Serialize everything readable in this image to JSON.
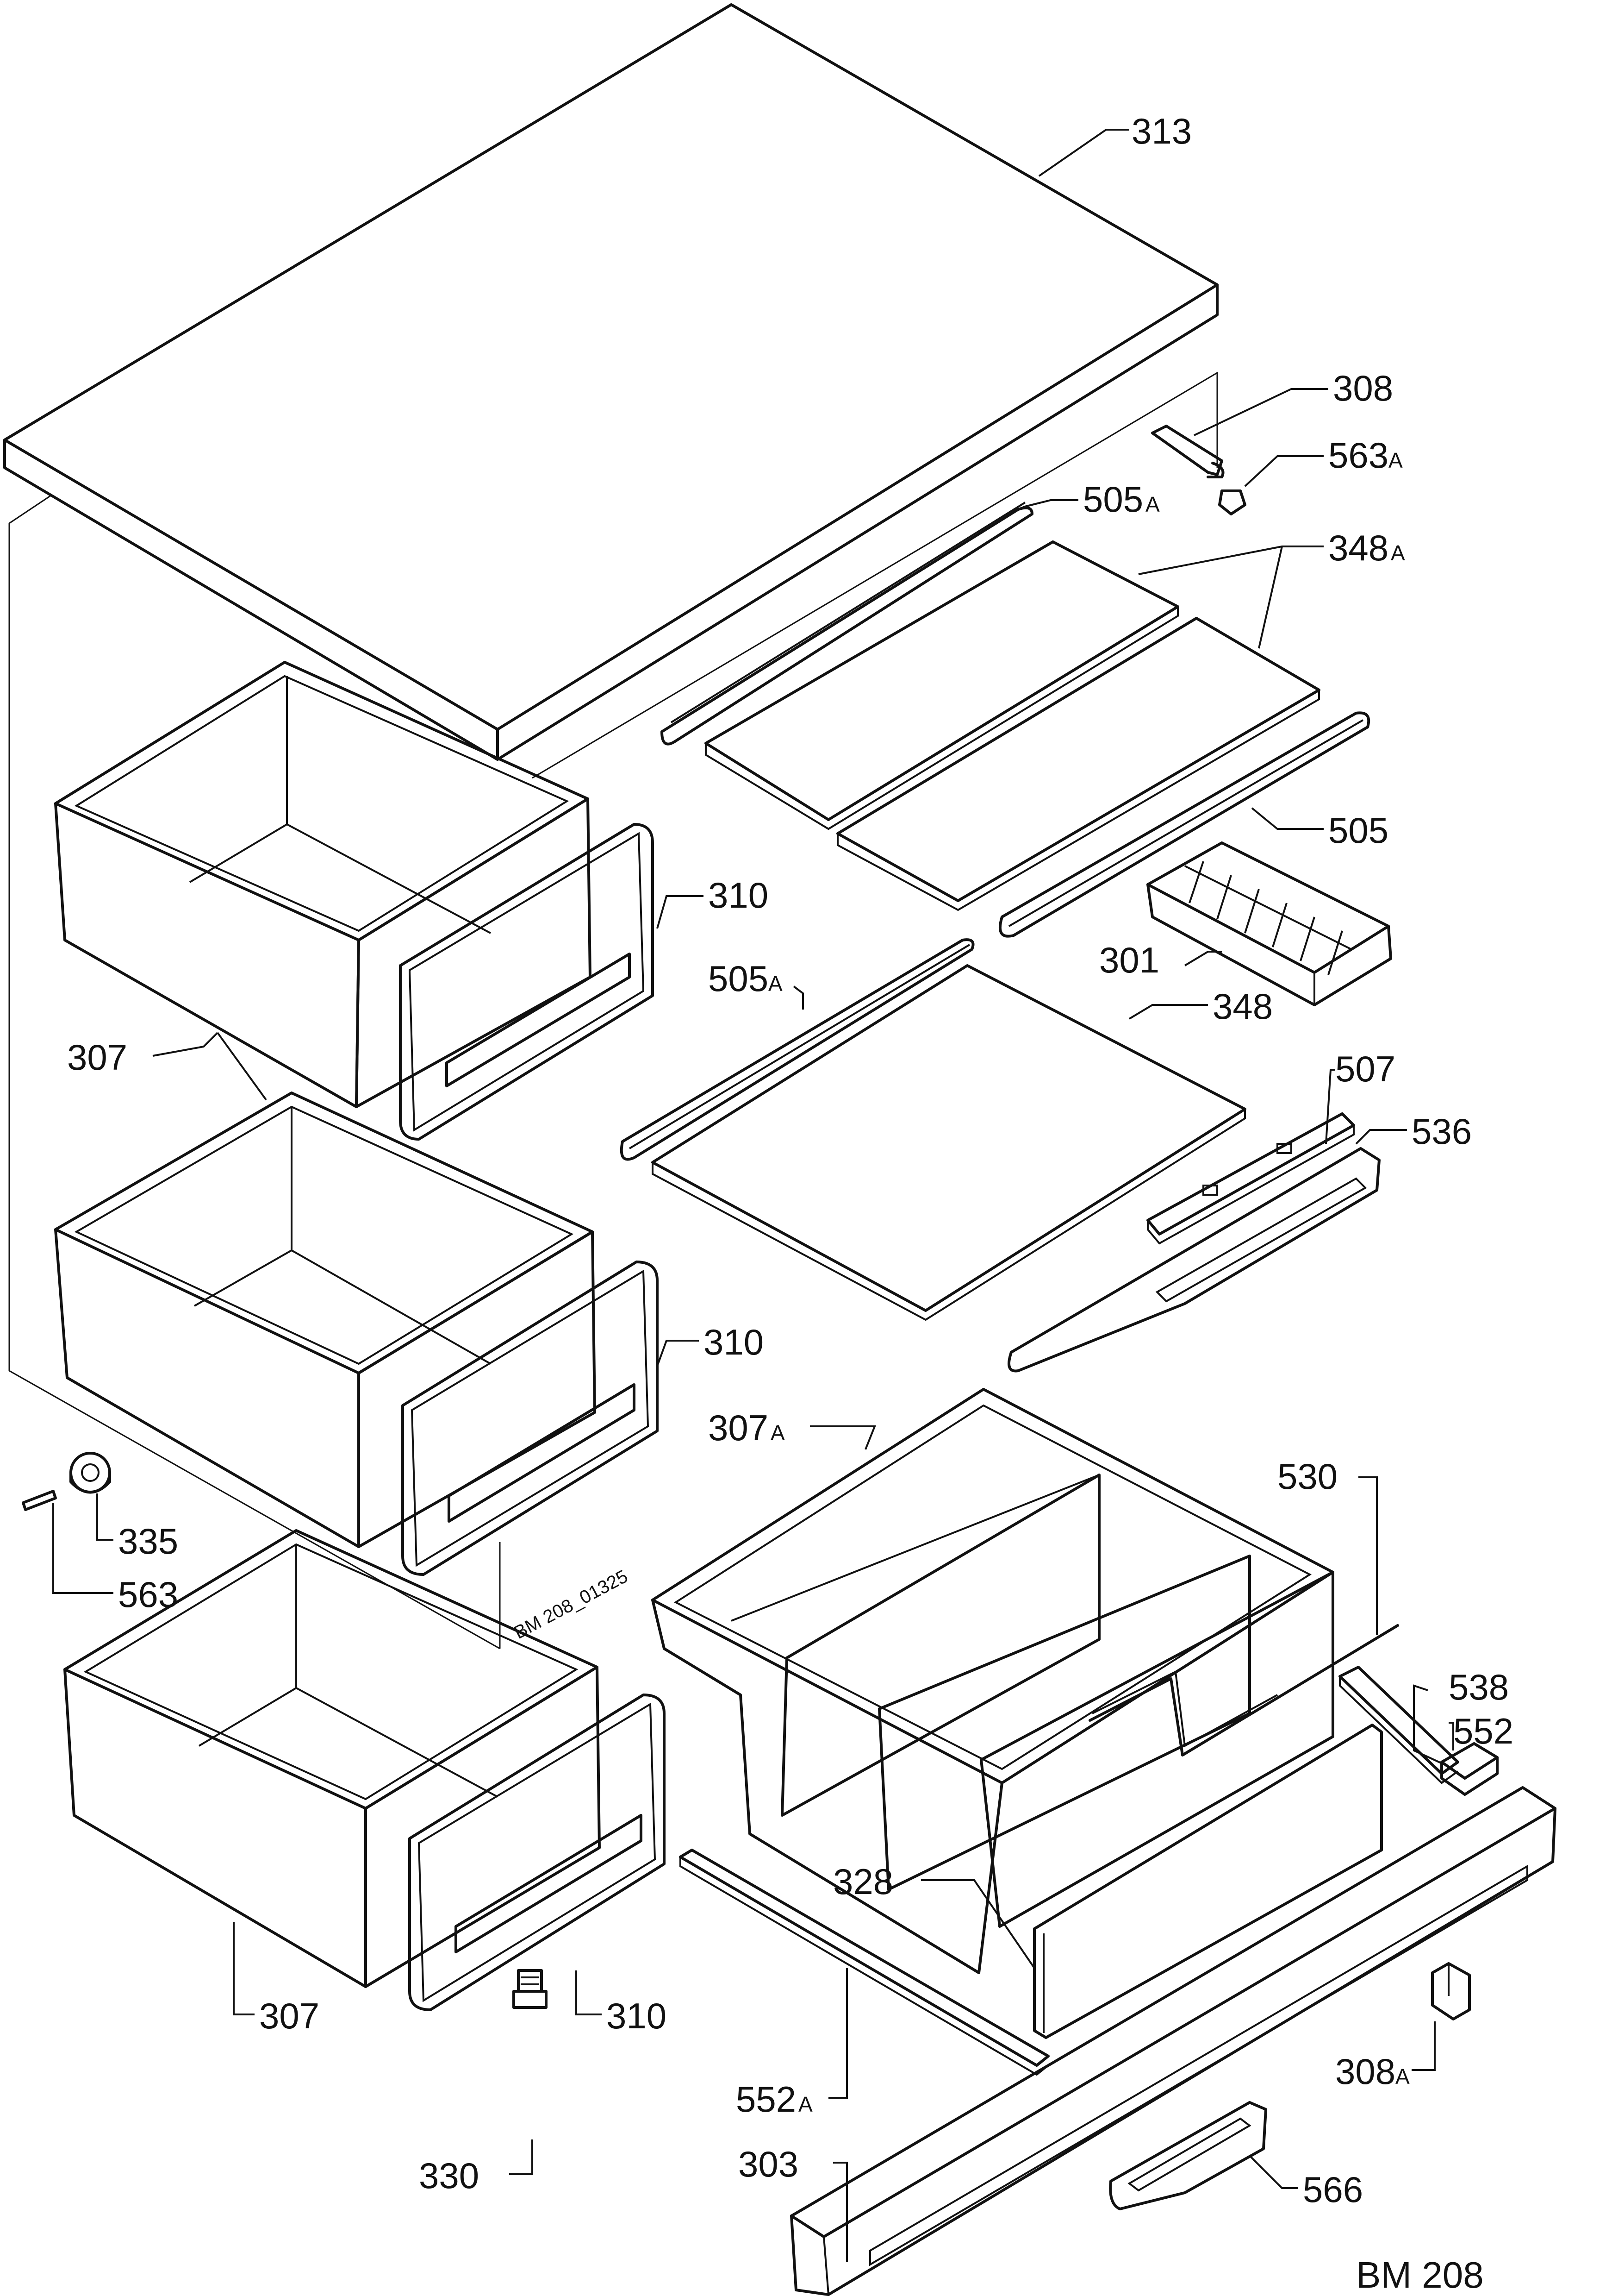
{
  "diagram": {
    "doc_code": "BM 208",
    "stamp": "BM 208_01325"
  },
  "parts": {
    "p313": "313",
    "p308": "308",
    "p563a": "563",
    "p505a_top": "505",
    "p348a": "348",
    "p505": "505",
    "p310_top": "310",
    "p301": "301",
    "p505a_mid": "505",
    "p348": "348",
    "p307_top": "307",
    "p507": "507",
    "p536": "536",
    "p310_mid": "310",
    "p307a": "307",
    "p530": "530",
    "p335": "335",
    "p563": "563",
    "p538": "538",
    "p552": "552",
    "p328": "328",
    "p307_bot": "307",
    "p310_bot": "310",
    "p308a": "308",
    "p552a": "552",
    "p330": "330",
    "p303": "303",
    "p566": "566"
  },
  "suffix": {
    "a": "A"
  }
}
